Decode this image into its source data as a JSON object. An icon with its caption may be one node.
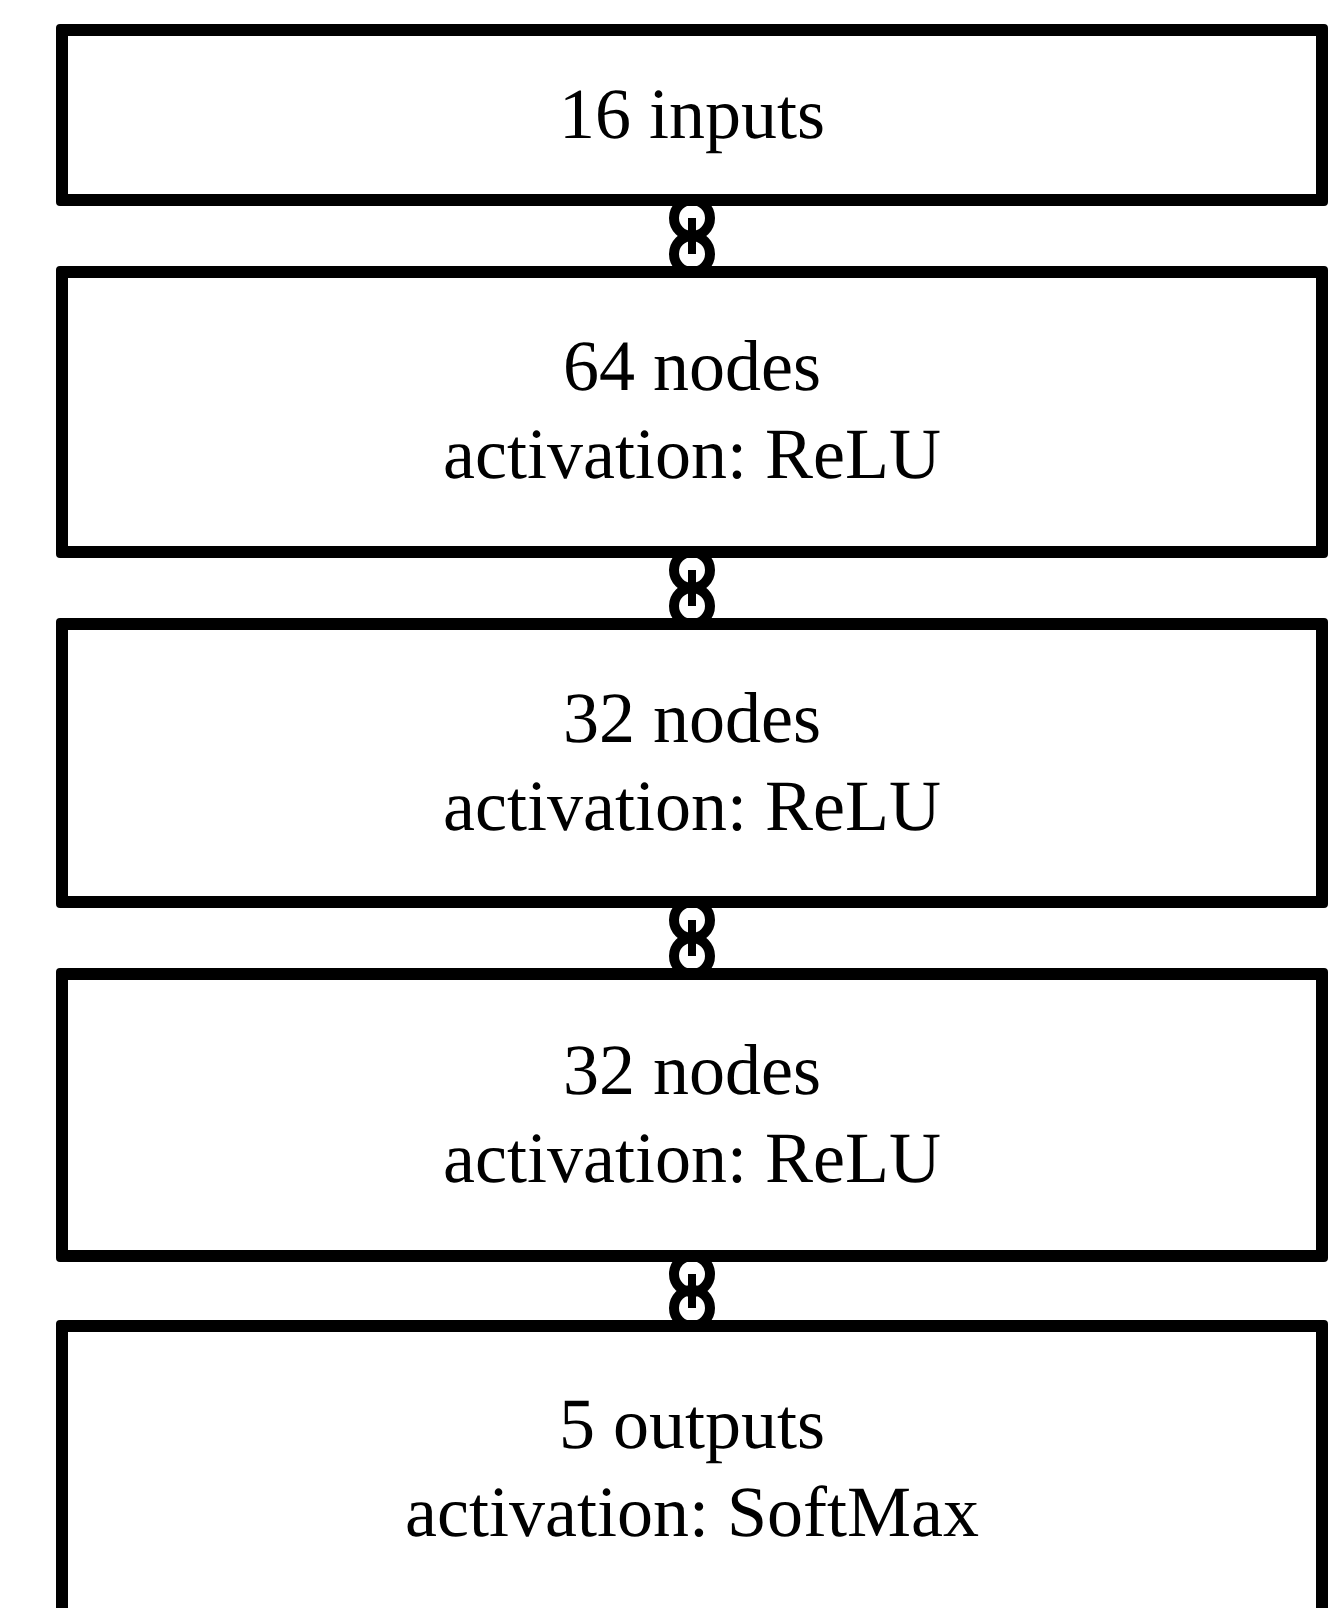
{
  "diagram": {
    "nodes": [
      {
        "text": [
          "16 inputs"
        ]
      },
      {
        "text": [
          "64 nodes",
          "activation: ReLU"
        ]
      },
      {
        "text": [
          "32 nodes",
          "activation: ReLU"
        ]
      },
      {
        "text": [
          "32 nodes",
          "activation: ReLU"
        ]
      },
      {
        "text": [
          "5 outputs",
          "activation: SoftMax"
        ]
      }
    ],
    "edges": [
      {
        "from": 0,
        "to": 1,
        "arrow": "other"
      },
      {
        "from": 1,
        "to": 2,
        "arrow": "other"
      },
      {
        "from": 2,
        "to": 3,
        "arrow": "other"
      },
      {
        "from": 3,
        "to": 4,
        "arrow": "other"
      }
    ]
  }
}
